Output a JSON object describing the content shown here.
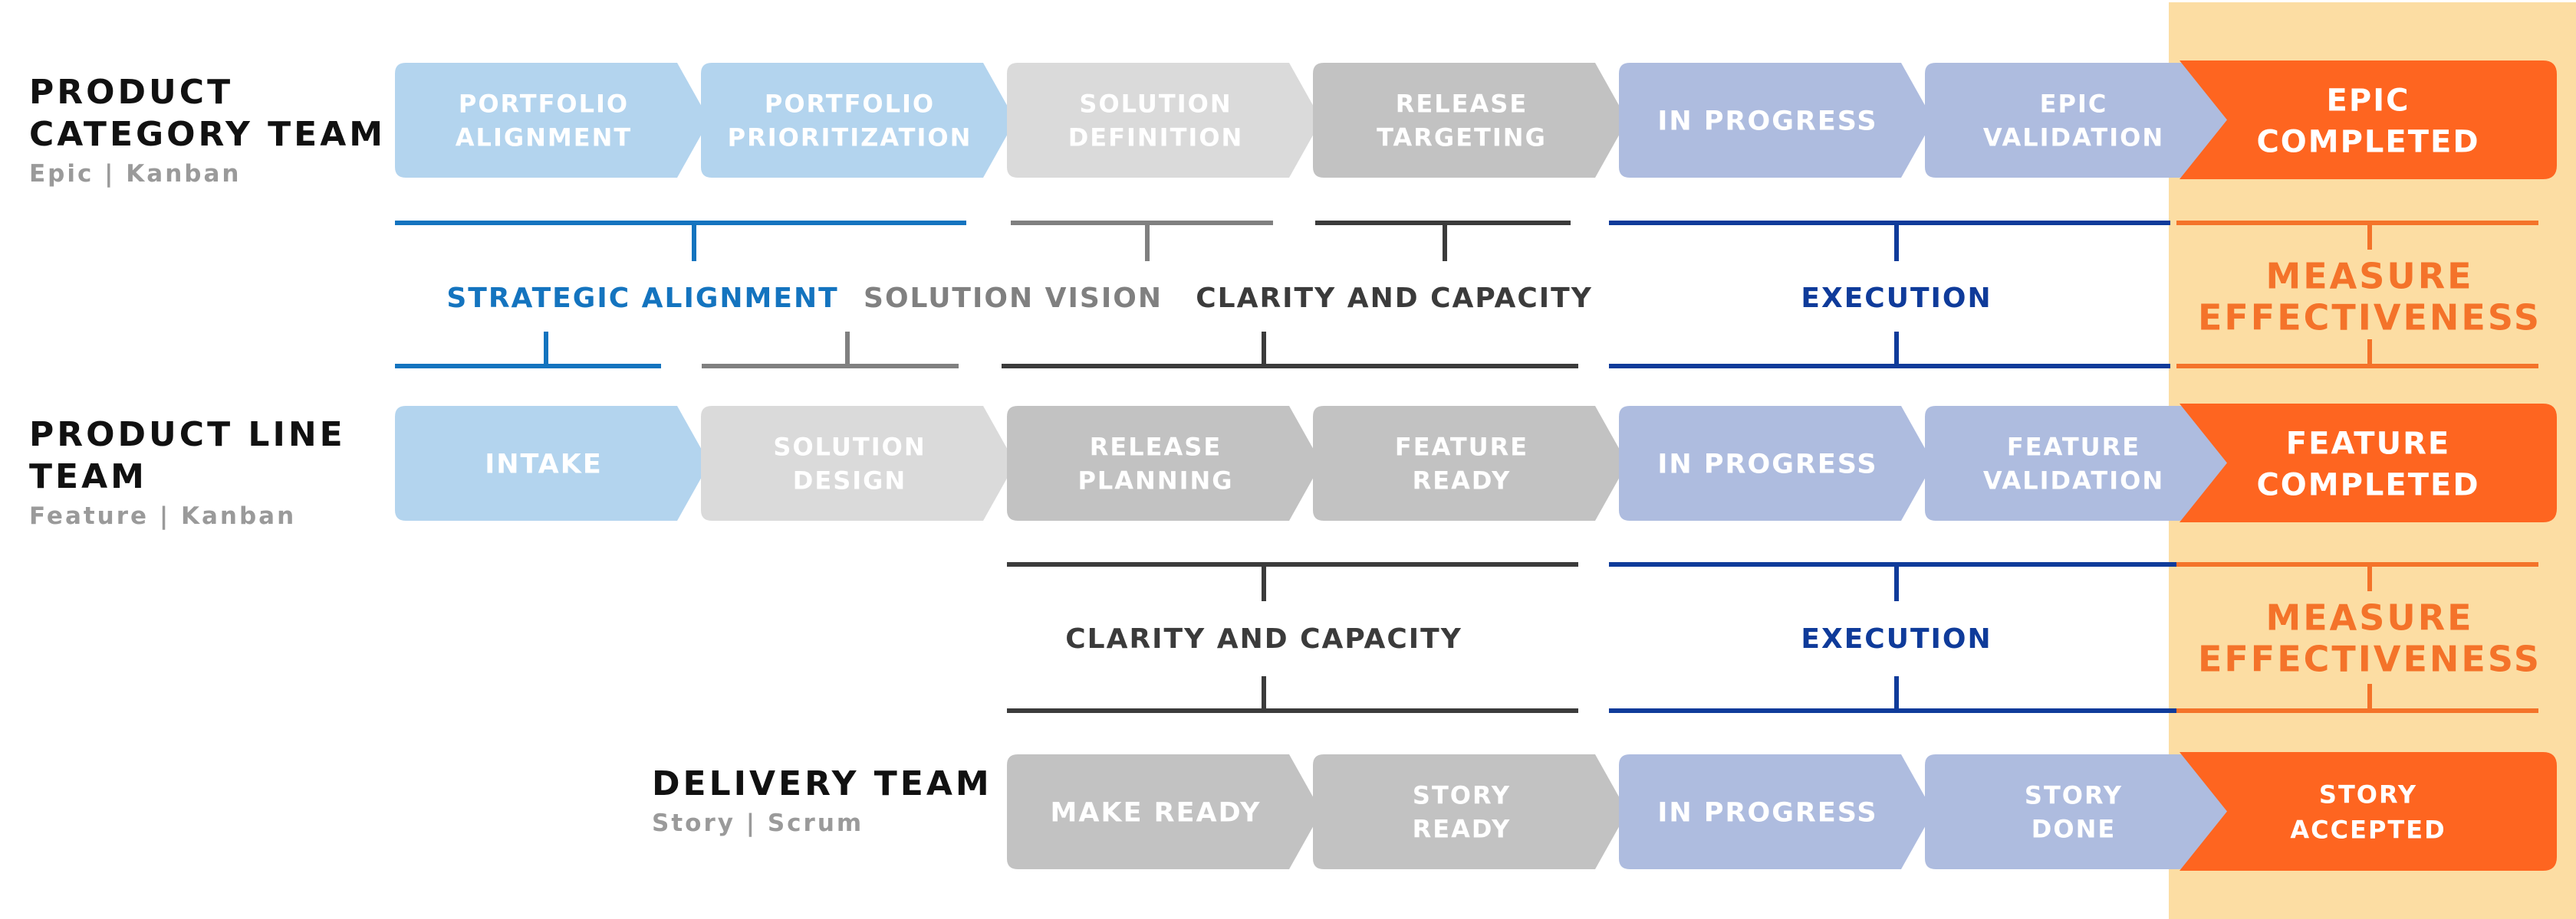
{
  "colors": {
    "light_blue": "#b3d4ee",
    "light_gray": "#dadada",
    "mid_gray": "#c2c2c2",
    "periwinkle": "#aebcdf",
    "orange": "#fe6520",
    "highlight": "#fcdda3",
    "strategic_blue": "#1474bf",
    "vision_gray": "#808080",
    "capacity_dark": "#3b3b3b",
    "execution_navy": "#0f3b9a",
    "measure_orange": "#f4732a"
  },
  "teams": [
    {
      "id": "product-category",
      "title_lines": [
        "PRODUCT",
        "CATEGORY TEAM"
      ],
      "subtitle": "Epic | Kanban"
    },
    {
      "id": "product-line",
      "title_lines": [
        "PRODUCT LINE",
        "TEAM"
      ],
      "subtitle": "Feature | Kanban"
    },
    {
      "id": "delivery",
      "title_lines": [
        "DELIVERY TEAM"
      ],
      "subtitle": "Story | Scrum"
    }
  ],
  "rows": [
    {
      "team": "product-category",
      "steps": [
        {
          "lines": [
            "PORTFOLIO",
            "ALIGNMENT"
          ],
          "color": "light_blue"
        },
        {
          "lines": [
            "PORTFOLIO",
            "PRIORITIZATION"
          ],
          "color": "light_blue"
        },
        {
          "lines": [
            "SOLUTION",
            "DEFINITION"
          ],
          "color": "light_gray"
        },
        {
          "lines": [
            "RELEASE",
            "TARGETING"
          ],
          "color": "mid_gray"
        },
        {
          "lines": [
            "IN PROGRESS"
          ],
          "color": "periwinkle"
        },
        {
          "lines": [
            "EPIC",
            "VALIDATION"
          ],
          "color": "periwinkle"
        },
        {
          "lines": [
            "EPIC",
            "COMPLETED"
          ],
          "color": "orange"
        }
      ]
    },
    {
      "team": "product-line",
      "steps": [
        {
          "lines": [
            "INTAKE"
          ],
          "color": "light_blue"
        },
        {
          "lines": [
            "SOLUTION",
            "DESIGN"
          ],
          "color": "light_gray"
        },
        {
          "lines": [
            "RELEASE",
            "PLANNING"
          ],
          "color": "mid_gray"
        },
        {
          "lines": [
            "FEATURE",
            "READY"
          ],
          "color": "mid_gray"
        },
        {
          "lines": [
            "IN PROGRESS"
          ],
          "color": "periwinkle"
        },
        {
          "lines": [
            "FEATURE",
            "VALIDATION"
          ],
          "color": "periwinkle"
        },
        {
          "lines": [
            "FEATURE",
            "COMPLETED"
          ],
          "color": "orange"
        }
      ]
    },
    {
      "team": "delivery",
      "steps": [
        {
          "lines": [
            "MAKE READY"
          ],
          "color": "mid_gray"
        },
        {
          "lines": [
            "STORY",
            "READY"
          ],
          "color": "mid_gray"
        },
        {
          "lines": [
            "IN PROGRESS"
          ],
          "color": "periwinkle"
        },
        {
          "lines": [
            "STORY",
            "DONE"
          ],
          "color": "periwinkle"
        },
        {
          "lines": [
            "STORY",
            "ACCEPTED"
          ],
          "color": "orange"
        }
      ]
    }
  ],
  "stages_upper": [
    {
      "lines": [
        "STRATEGIC ALIGNMENT"
      ],
      "color": "strategic_blue"
    },
    {
      "lines": [
        "SOLUTION VISION"
      ],
      "color": "vision_gray"
    },
    {
      "lines": [
        "CLARITY AND CAPACITY"
      ],
      "color": "capacity_dark"
    },
    {
      "lines": [
        "EXECUTION"
      ],
      "color": "execution_navy"
    },
    {
      "lines": [
        "MEASURE",
        "EFFECTIVENESS"
      ],
      "color": "measure_orange"
    }
  ],
  "stages_lower": [
    {
      "lines": [
        "CLARITY AND CAPACITY"
      ],
      "color": "capacity_dark"
    },
    {
      "lines": [
        "EXECUTION"
      ],
      "color": "execution_navy"
    },
    {
      "lines": [
        "MEASURE",
        "EFFECTIVENESS"
      ],
      "color": "measure_orange"
    }
  ]
}
